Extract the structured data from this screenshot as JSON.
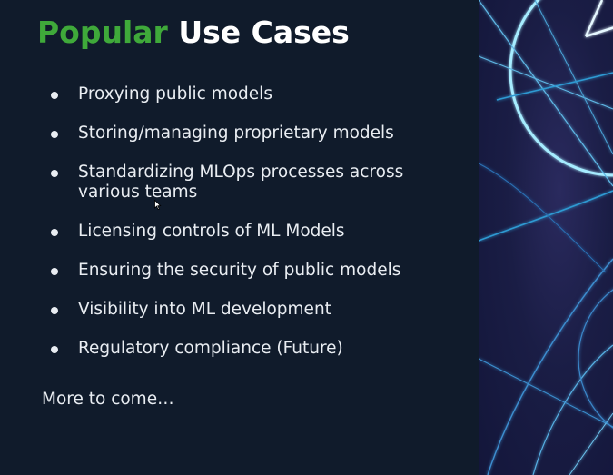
{
  "slide": {
    "title_accent": "Popular",
    "title_rest": "Use Cases",
    "bullets": [
      "Proxying public models",
      "Storing/managing proprietary models",
      "Standardizing MLOps processes across various teams",
      "Licensing controls of ML Models",
      "Ensuring the security of public models",
      "Visibility into ML development",
      "Regulatory compliance (Future)"
    ],
    "footer": "More to come…"
  },
  "colors": {
    "background": "#101b2b",
    "accent": "#3fa93a",
    "text": "#e9edf2",
    "art_line": "#9fe3ff"
  },
  "icons": {
    "cursor": "mouse-pointer-icon",
    "bullet": "bullet-dot-icon"
  }
}
